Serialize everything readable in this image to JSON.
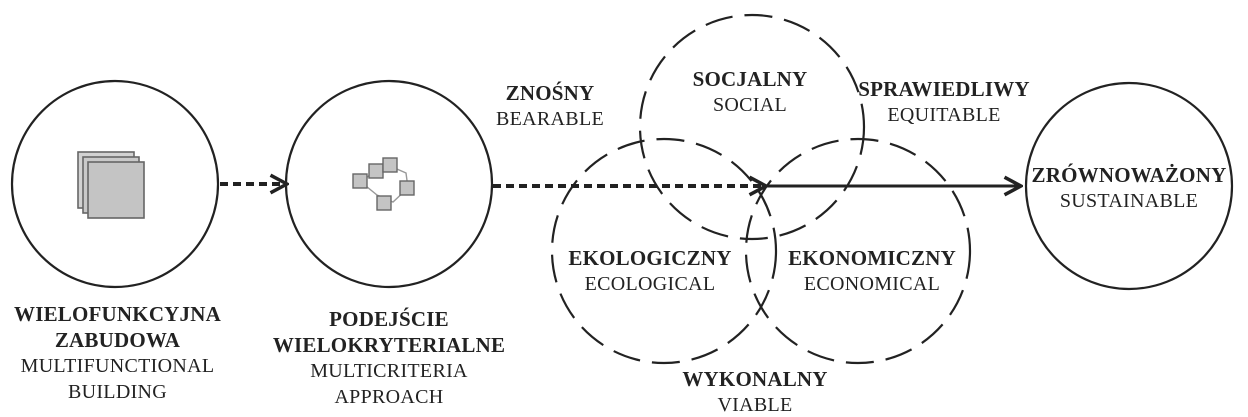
{
  "colors": {
    "stroke": "#222222",
    "icon_fill": "#c8c8c8",
    "icon_stroke": "#666666",
    "background": "#ffffff"
  },
  "nodes": {
    "building": {
      "pl": [
        "WIELOFUNKCYJNA",
        "ZABUDOWA"
      ],
      "en": [
        "MULTIFUNCTIONAL",
        "BUILDING"
      ],
      "icon": "stacked-pages-icon"
    },
    "approach": {
      "pl": [
        "PODEJŚCIE",
        "WIELOKRYTERIALNE"
      ],
      "en": [
        "MULTICRITERIA",
        "APPROACH"
      ],
      "icon": "network-nodes-icon"
    },
    "sustainable": {
      "pl": "ZRÓWNOWAŻONY",
      "en": "SUSTAINABLE"
    }
  },
  "venn": {
    "social": {
      "pl": "SOCJALNY",
      "en": "SOCIAL"
    },
    "ecological": {
      "pl": "EKOLOGICZNY",
      "en": "ECOLOGICAL"
    },
    "economical": {
      "pl": "EKONOMICZNY",
      "en": "ECONOMICAL"
    }
  },
  "overlaps": {
    "bearable": {
      "pl": "ZNOŚNY",
      "en": "BEARABLE"
    },
    "equitable": {
      "pl": "SPRAWIEDLIWY",
      "en": "EQUITABLE"
    },
    "viable": {
      "pl": "WYKONALNY",
      "en": "VIABLE"
    }
  }
}
